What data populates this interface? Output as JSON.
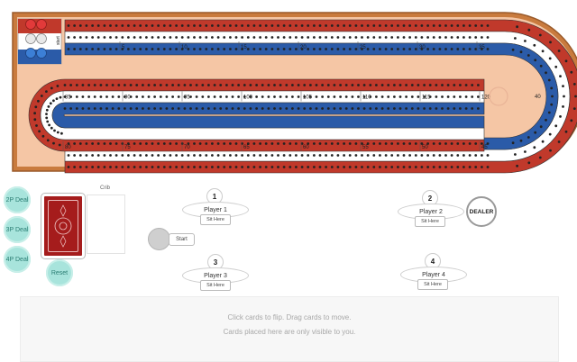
{
  "board": {
    "colors": {
      "outer": "#ca7a3d",
      "inner": "#f6c7a8",
      "red": "#c0392b",
      "blue": "#2b5ba8",
      "white": "#ffffff",
      "hole": "#222222"
    },
    "top_row_numbers": [
      "5",
      "10",
      "15",
      "20",
      "25",
      "30",
      "35"
    ],
    "middle_row_numbers": [
      "85",
      "90",
      "95",
      "100",
      "105",
      "110",
      "115",
      "120"
    ],
    "bottom_row_numbers": [
      "80",
      "75",
      "70",
      "65",
      "60",
      "55",
      "50",
      "45"
    ],
    "right_numbers": [
      "40"
    ],
    "start_label": "start",
    "pegs": {
      "red": 2,
      "white": 2,
      "blue": 2
    }
  },
  "deal_buttons": [
    "2P Deal",
    "3P Deal",
    "4P Deal"
  ],
  "reset_label": "Reset",
  "crib_label": "Crib",
  "start_label": "Start",
  "dealer_label": "DEALER",
  "players": [
    {
      "num": "1",
      "name": "Player 1",
      "action": "Sit Here"
    },
    {
      "num": "2",
      "name": "Player 2",
      "action": "Sit Here"
    },
    {
      "num": "3",
      "name": "Player 3",
      "action": "Sit Here"
    },
    {
      "num": "4",
      "name": "Player 4",
      "action": "Sit Here"
    }
  ],
  "hand_area": {
    "line1": "Click cards to flip.   Drag cards to move.",
    "line2": "Cards placed here are only visible to you."
  }
}
